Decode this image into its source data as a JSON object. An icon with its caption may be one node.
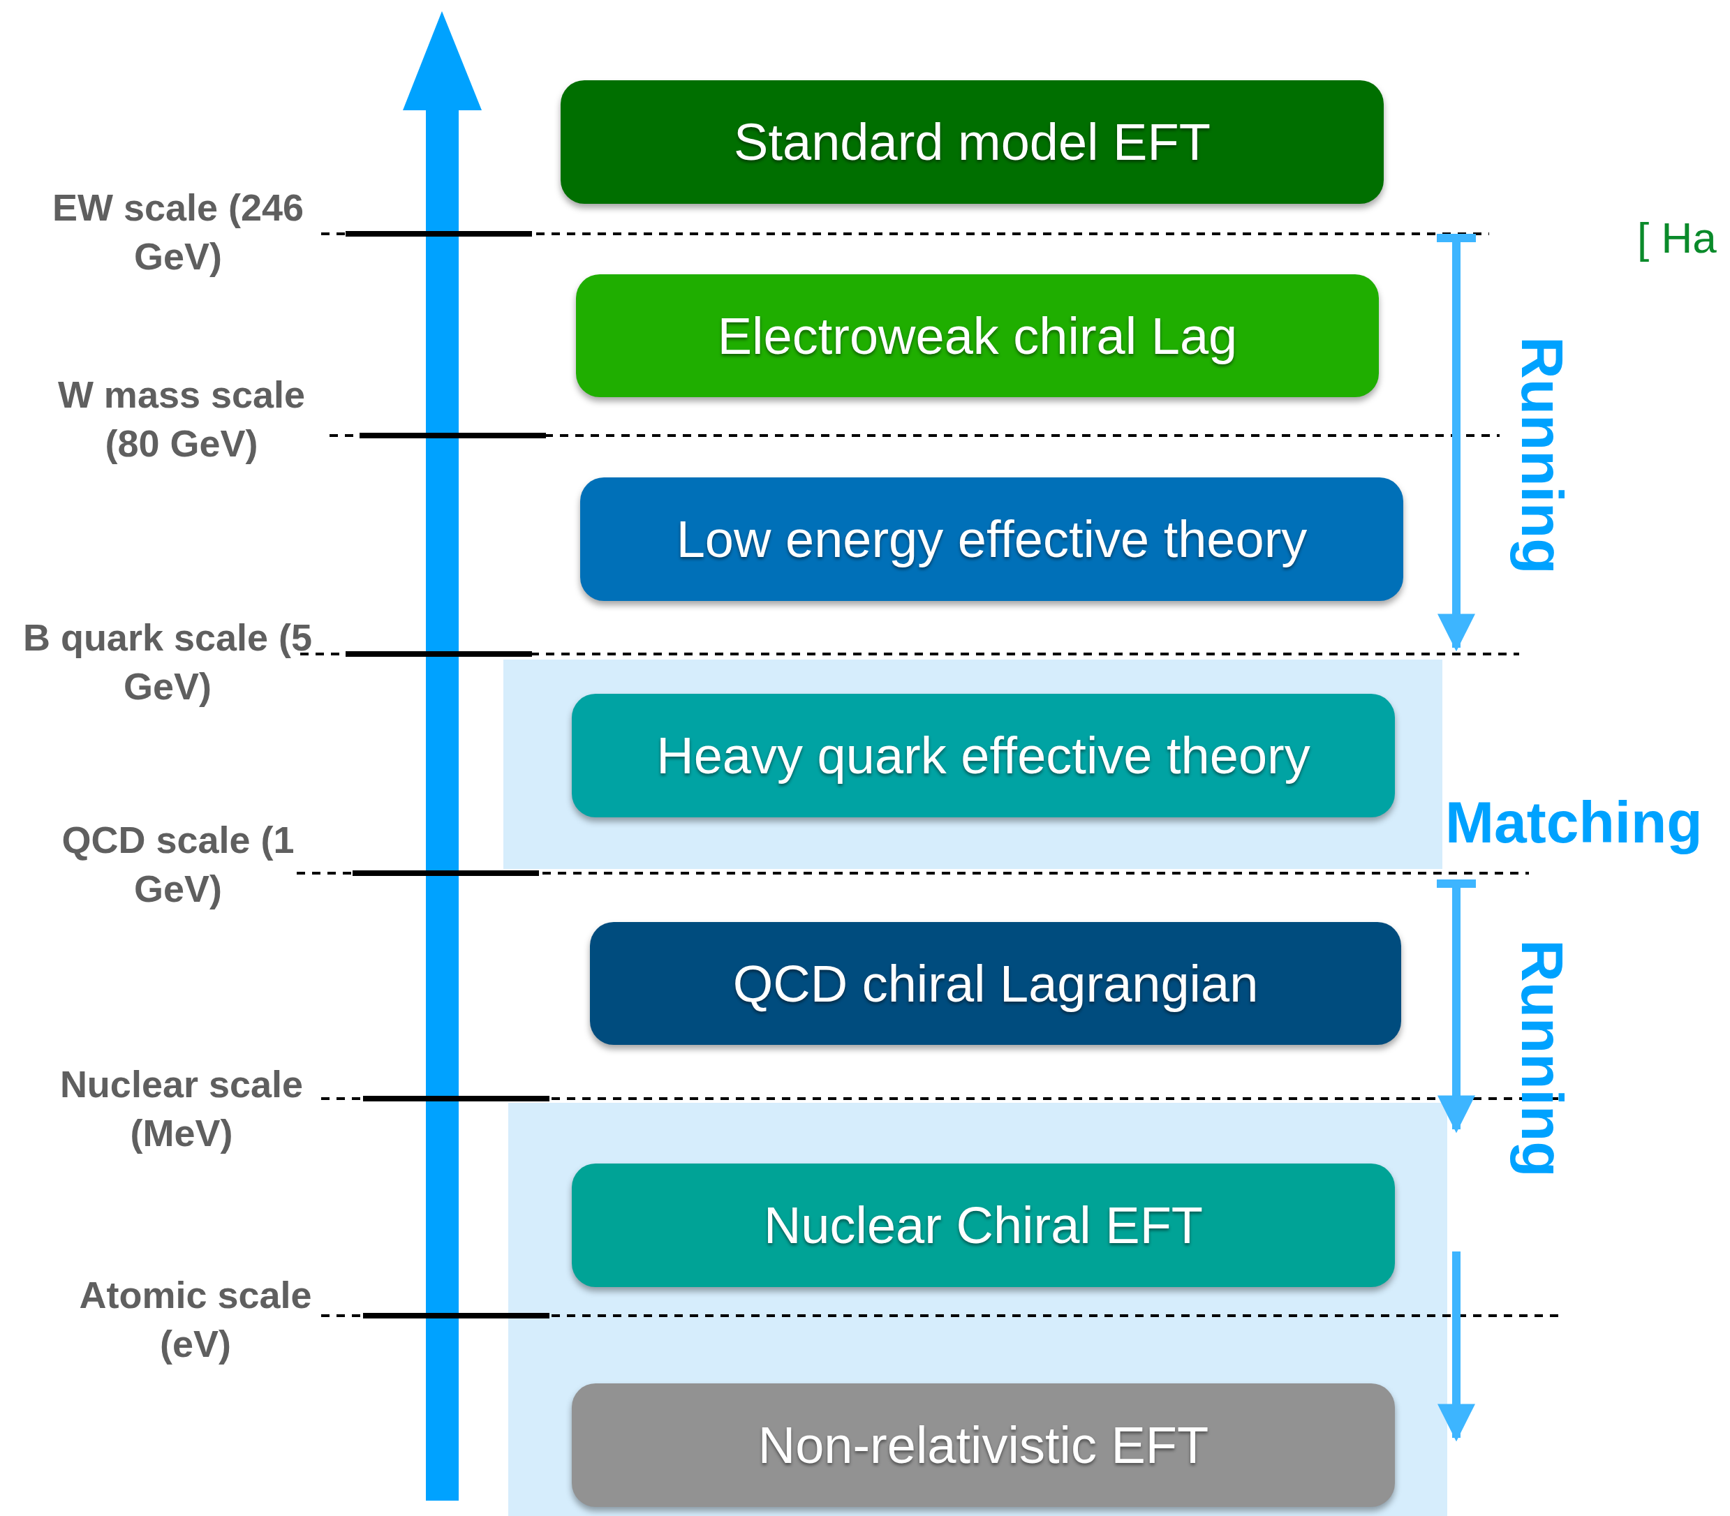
{
  "diagram": {
    "nodes": [
      {
        "text": [
          "Standard model EFT"
        ]
      },
      {
        "text": [
          "Electroweak chiral Lag"
        ]
      },
      {
        "text": [
          "Low energy effective theory"
        ]
      },
      {
        "text": [
          "Heavy quark effective theory"
        ]
      },
      {
        "text": [
          "QCD chiral Lagrangian"
        ]
      },
      {
        "text": [
          "Nuclear Chiral EFT"
        ]
      },
      {
        "text": [
          "Non-relativistic EFT"
        ]
      }
    ],
    "labels": [
      "EW scale (246 GeV)",
      "[ Ha",
      "W mass scale (80 GeV)",
      "Running",
      "B quark scale (5 GeV)",
      "Matching",
      "QCD scale (1 GeV)",
      "Running",
      "Nuclear scale (MeV)",
      "Atomic scale (eV)"
    ]
  }
}
